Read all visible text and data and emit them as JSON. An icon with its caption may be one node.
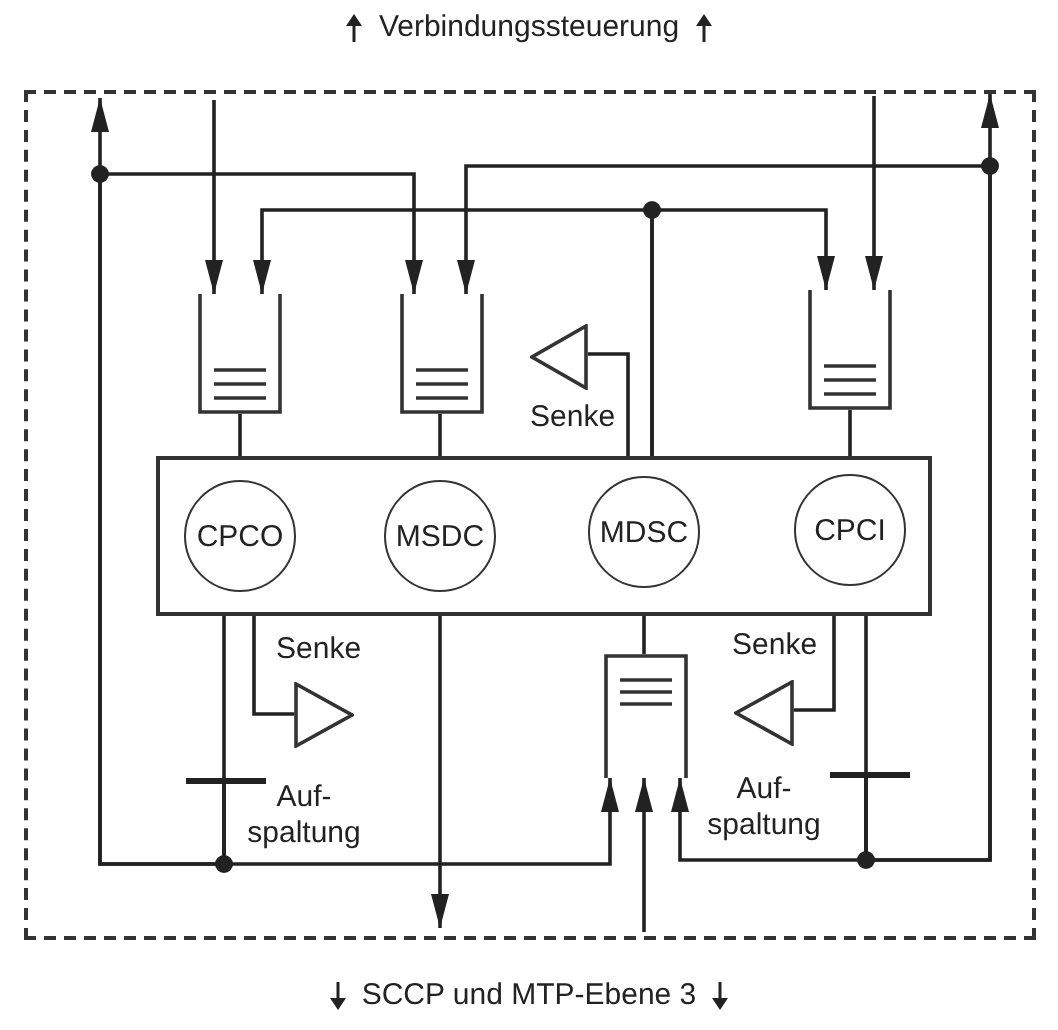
{
  "diagram": {
    "nodes": [
      {
        "text": [],
        "shape": "box"
      },
      {
        "text": [],
        "shape": "queue",
        "in": 0
      },
      {
        "text": [],
        "shape": "queue",
        "in": 0
      },
      {
        "text": [],
        "shape": "queue",
        "in": 0
      },
      {
        "text": [],
        "shape": "box",
        "in": 0
      },
      {
        "text": [
          "CPCO"
        ],
        "in": 4
      },
      {
        "text": [
          "MSDC"
        ],
        "in": 4
      },
      {
        "text": [
          "MDSC"
        ],
        "in": 4
      },
      {
        "text": [
          "CPCI"
        ],
        "in": 4
      },
      {
        "text": [],
        "shape": "triangle",
        "beside": [
          "Senke"
        ],
        "in": 0
      },
      {
        "text": [],
        "shape": "triangle",
        "beside": [
          "Senke"
        ],
        "in": 0
      },
      {
        "text": [],
        "shape": "queue",
        "in": 0
      },
      {
        "text": [],
        "shape": "triangle",
        "beside": [
          "Senke"
        ],
        "in": 0
      },
      {
        "text": [],
        "shape": "bar",
        "beside": [
          "Auf- spaltung"
        ],
        "in": 0
      },
      {
        "text": [],
        "shape": "bar",
        "beside": [
          "Auf- spaltung"
        ],
        "in": 0
      }
    ],
    "edges": [
      {
        "from": null,
        "to": 1,
        "arrow": "to"
      },
      {
        "from": null,
        "to": 3,
        "arrow": "to"
      },
      {
        "from": 4,
        "to": 1,
        "arrow": "to"
      },
      {
        "from": 4,
        "to": 3,
        "arrow": "to"
      },
      {
        "from": 4,
        "to": 9,
        "arrow": "none"
      },
      {
        "from": 4,
        "to": 13,
        "arrow": "none"
      },
      {
        "from": 13,
        "to": null,
        "arrow": "to"
      },
      {
        "from": 13,
        "to": 2,
        "arrow": "to"
      },
      {
        "from": 13,
        "to": 11,
        "arrow": "to"
      },
      {
        "from": 4,
        "to": 14,
        "arrow": "none"
      },
      {
        "from": 14,
        "to": null,
        "arrow": "to"
      },
      {
        "from": 14,
        "to": 2,
        "arrow": "to"
      },
      {
        "from": 14,
        "to": 11,
        "arrow": "to"
      },
      {
        "from": 4,
        "to": 10,
        "arrow": "none"
      },
      {
        "from": 4,
        "to": 12,
        "arrow": "none"
      },
      {
        "from": 4,
        "to": null,
        "arrow": "to"
      },
      {
        "from": null,
        "to": 11,
        "arrow": "to"
      },
      {
        "from": 11,
        "to": 4,
        "arrow": "none"
      },
      {
        "from": 1,
        "to": 4,
        "arrow": "none"
      },
      {
        "from": 2,
        "to": 4,
        "arrow": "none"
      },
      {
        "from": 3,
        "to": 4,
        "arrow": "none"
      }
    ],
    "labels": [
      "Verbindungssteuerung",
      "SCCP und MTP-Ebene 3"
    ]
  }
}
